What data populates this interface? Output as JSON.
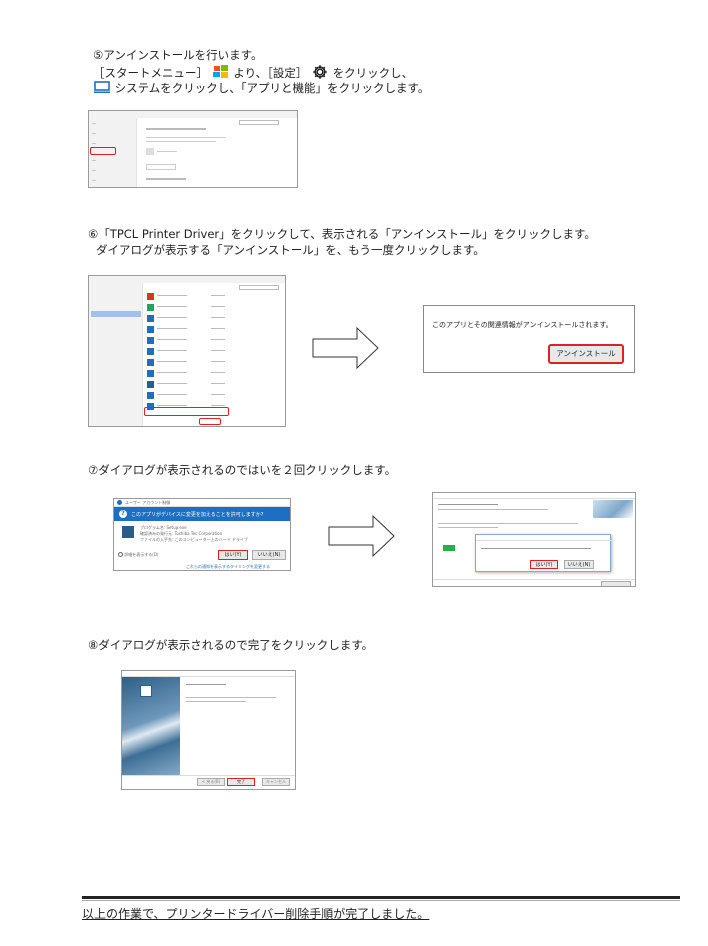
{
  "step5": {
    "line1": "⑤アンインストールを行います。",
    "line2a": "［スタートメニュー］",
    "line2b": "より、［設定］",
    "line2c": "をクリックし、",
    "line3": "システムをクリックし、「アプリと機能」をクリックします。"
  },
  "step6": {
    "line1": "⑥「TPCL Printer Driver」をクリックして、表示される「アンインストール」をクリックします。",
    "line2": "ダイアログが表示する「アンインストール」を、もう一度クリックします。",
    "popup_text": "このアプリとその関連情報がアンインストールされます。",
    "popup_button": "アンインストール"
  },
  "step7": {
    "line1": "⑦ダイアログが表示されるのではいを２回クリックします。",
    "uac_title": "ユーザー アカウント制御",
    "uac_question": "このアプリがデバイスに変更を加えることを許可しますか?",
    "uac_program_label": "プログラム名:",
    "uac_program_value": "Setup.exe",
    "uac_publisher_label": "確認済みの発行元:",
    "uac_publisher_value": "Toshiba Tec Corporation",
    "uac_origin_label": "ファイルの入手先:",
    "uac_origin_value": "このコンピューター上のハード ドライブ",
    "uac_details": "詳細を表示する(D)",
    "uac_yes": "はい(Y)",
    "uac_no": "いいえ(N)",
    "uac_link": "これらの通知を表示するタイミングを変更する",
    "yes_button": "はい(Y)",
    "no_button": "いいえ(N)"
  },
  "step8": {
    "line1": "⑧ダイアログが表示されるので完了をクリックします。",
    "finish_button": "完了",
    "back_button": "< 戻る(B)",
    "cancel_button": "キャンセル"
  },
  "footer": {
    "text": "以上の作業で、プリンタードライバー削除手順が完了しました。"
  },
  "colors": {
    "highlight": "#dd2222",
    "windows_blue": "#1e6fc1",
    "progress_green": "#21b04b"
  }
}
